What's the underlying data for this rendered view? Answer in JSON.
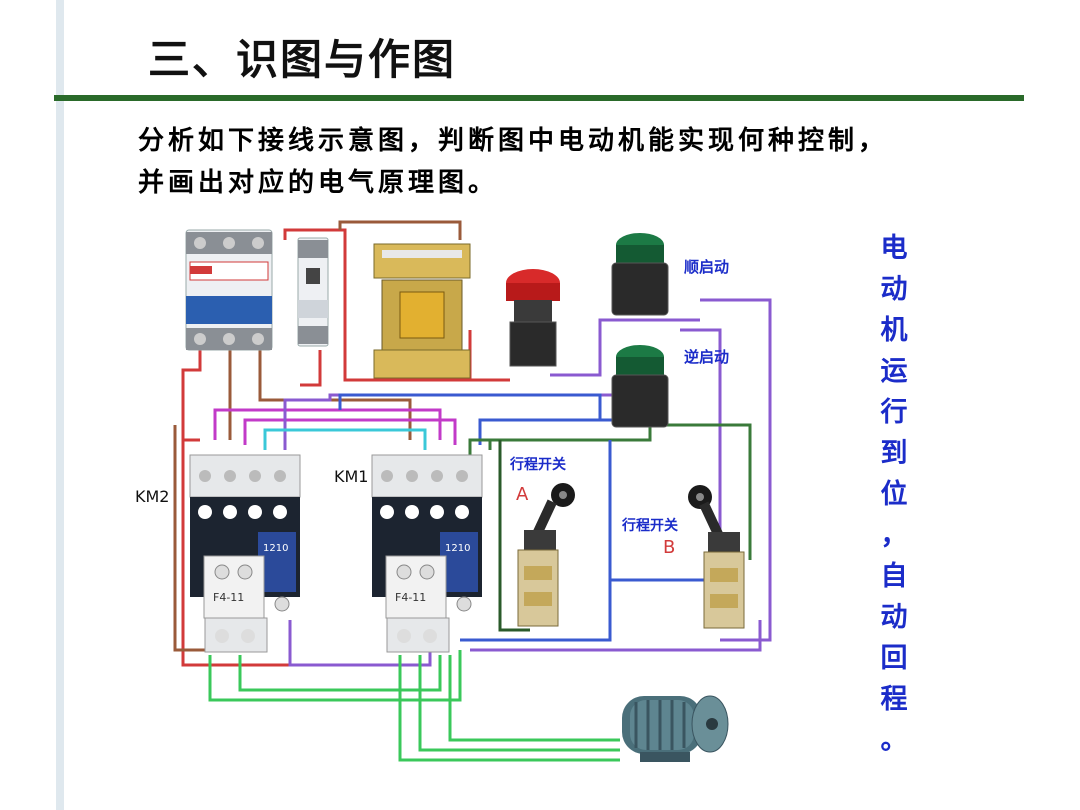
{
  "title": "三、识图与作图",
  "question": {
    "line1": "分析如下接线示意图，判断图中电动机能实现何种控制，",
    "line2": "并画出对应的电气原理图。"
  },
  "side_note": [
    "电",
    "动",
    "机",
    "运",
    "行",
    "到",
    "位",
    "，",
    "自",
    "动",
    "回",
    "程",
    "。"
  ],
  "diagram": {
    "forward_start": "顺启动",
    "reverse_start": "逆启动",
    "km1": "KM1",
    "km2": "KM2",
    "travel_switch_a": "行程开关",
    "letter_a": "A",
    "travel_switch_b": "行程开关",
    "letter_b": "B",
    "contactor_model": "1210",
    "relay_model": "F4-11"
  }
}
